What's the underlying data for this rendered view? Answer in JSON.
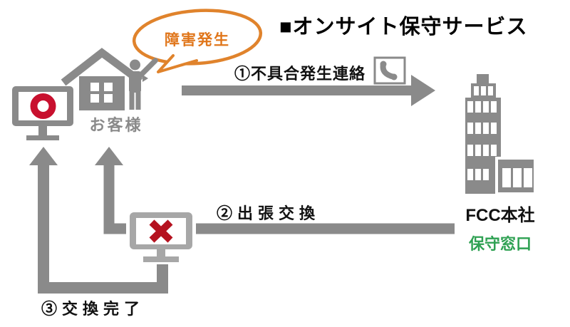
{
  "title": "■オンサイト保守サービス",
  "bubble": {
    "text": "障害発生"
  },
  "customer": {
    "label": "お客様"
  },
  "steps": {
    "step1": {
      "label": "①不具合発生連絡"
    },
    "step2": {
      "label": "②出張交換"
    },
    "step3": {
      "label": "③交換完了"
    }
  },
  "headquarters": {
    "name": "FCC本社",
    "desk_label": "保守窓口"
  },
  "icons": [
    "speech-bubble",
    "house-person-icon",
    "monitor-ok-icon",
    "monitor-ng-icon",
    "phone-icon",
    "building-icon",
    "arrow-right",
    "arrow-up"
  ],
  "colors": {
    "icon_gray": "#8a8a8a",
    "light_gray": "#a7a7a7",
    "accent_red": "#c8102e",
    "x_red": "#b5121f",
    "bubble_orange": "#e0832c",
    "bubble_text_orange": "#e0761b",
    "desk_green": "#2fa153",
    "text_black": "#111111"
  }
}
